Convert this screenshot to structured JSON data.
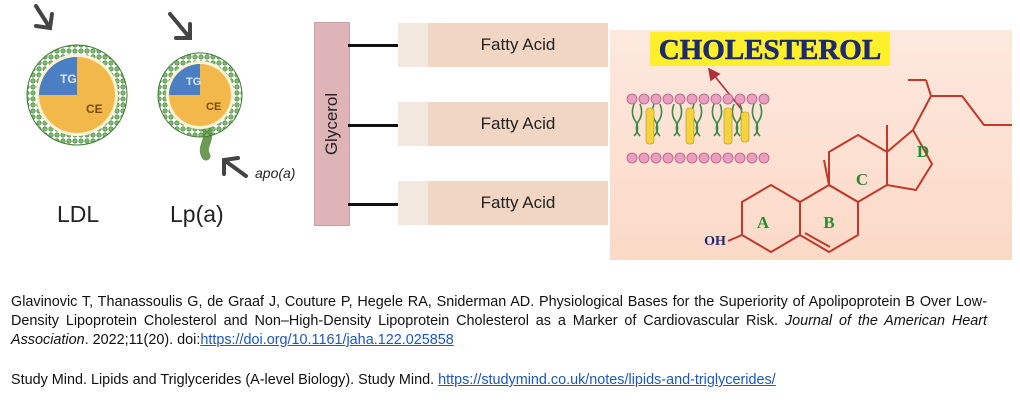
{
  "lipoproteins": {
    "ldl_label": "LDL",
    "lpa_label": "Lp(a)",
    "tg_label": "TG",
    "ce_label": "CE",
    "apo_label": "apo(a)",
    "colors": {
      "tg": "#4a7fc4",
      "ce": "#f2b84a",
      "shell": "#5a9e4c",
      "apo": "#6c9a54"
    }
  },
  "triglyceride": {
    "glycerol_label": "Glycerol",
    "fatty_acids": [
      "Fatty Acid",
      "Fatty Acid",
      "Fatty Acid"
    ]
  },
  "cholesterol": {
    "title": "CHOLESTEROL",
    "ring_labels": [
      "A",
      "B",
      "C",
      "D"
    ],
    "oh_label": "OH",
    "colors": {
      "title_bg": "#fdf02b",
      "title_text": "#1e2a6e",
      "bonds": "#c0392b",
      "ring_text": "#2f8a2f"
    }
  },
  "references": {
    "ref1_text": "Glavinovic T, Thanassoulis G, de Graaf J, Couture P, Hegele RA, Sniderman AD. Physiological Bases for the Superiority of Apolipoprotein B Over Low-Density Lipoprotein Cholesterol and Non–High-Density Lipoprotein Cholesterol as a Marker of Cardiovascular Risk.",
    "ref1_journal": "Journal of the American Heart Association",
    "ref1_rest": ". 2022;11(20). doi:",
    "ref1_link": "https://doi.org/10.1161/jaha.122.025858",
    "ref2_text": "Study Mind. Lipids and Triglycerides (A-level Biology). Study Mind.",
    "ref2_link": "https://studymind.co.uk/notes/lipids-and-triglycerides/"
  }
}
